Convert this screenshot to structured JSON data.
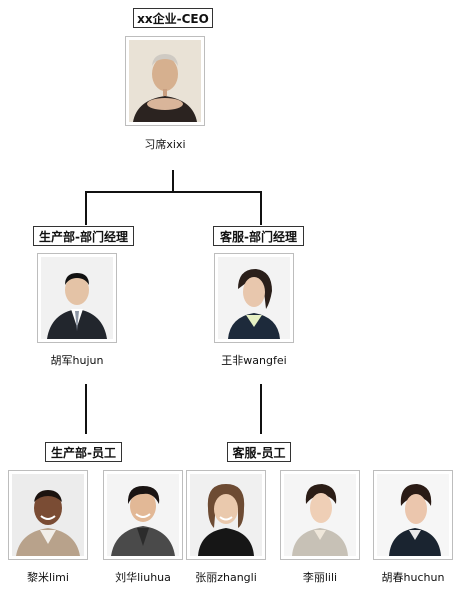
{
  "ceo": {
    "title": "xx企业-CEO",
    "name": "习席xixi"
  },
  "departments": [
    {
      "title": "生产部-部门经理",
      "manager": "胡军hujun",
      "staff_title": "生产部-员工"
    },
    {
      "title": "客服-部门经理",
      "manager": "王非wangfei",
      "staff_title": "客服-员工"
    }
  ],
  "staff": [
    {
      "name": "黎米limi"
    },
    {
      "name": "刘华liuhua"
    },
    {
      "name": "张丽zhangli"
    },
    {
      "name": "李丽lili"
    },
    {
      "name": "胡春huchun"
    }
  ]
}
